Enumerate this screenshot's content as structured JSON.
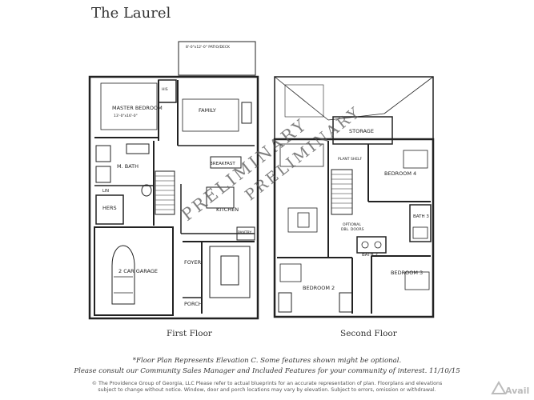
{
  "title": "The Laurel",
  "floors": {
    "first_label": "First Floor",
    "second_label": "Second Floor"
  },
  "watermark": "PRELIMINARY",
  "rooms_first": {
    "patio": "8'-0\"x12'-0\" PATIO/DECK",
    "master_bedroom": "MASTER BEDROOM",
    "master_dims": "13'-0\"x16'-0\"",
    "his": "HIS",
    "family": "FAMILY",
    "m_bath": "M. BATH",
    "hers": "HERS",
    "breakfast": "BREAKFAST",
    "kitchen": "KITCHEN",
    "lin": "LIN",
    "pantry": "PANTRY",
    "garage": "2 CAR GARAGE",
    "foyer": "FOYER",
    "porch": "PORCH"
  },
  "rooms_second": {
    "storage": "STORAGE",
    "plant_shelf": "PLANT SHELF",
    "bedroom4": "BEDROOM 4",
    "bath3": "BATH 3",
    "optional": "OPTIONAL",
    "dbl_doors": "DBL. DOORS",
    "bath2": "BATH 2",
    "bedroom2": "BEDROOM 2",
    "bedroom3": "BEDROOM 3"
  },
  "footnote": {
    "line1": "*Floor Plan Represents Elevation C. Some features shown might be optional.",
    "line2": "Please consult our Community Sales Manager and Included Features for your community of interest. 11/10/15",
    "line3": "© The Providence Group of Georgia, LLC Please refer to actual blueprints for an accurate representation of plan. Floorplans and elevations",
    "line4": "subject to change without notice. Window, door and porch locations may vary by elevation. Subject to errors, omission or withdrawal."
  },
  "logo_text": "Avail"
}
